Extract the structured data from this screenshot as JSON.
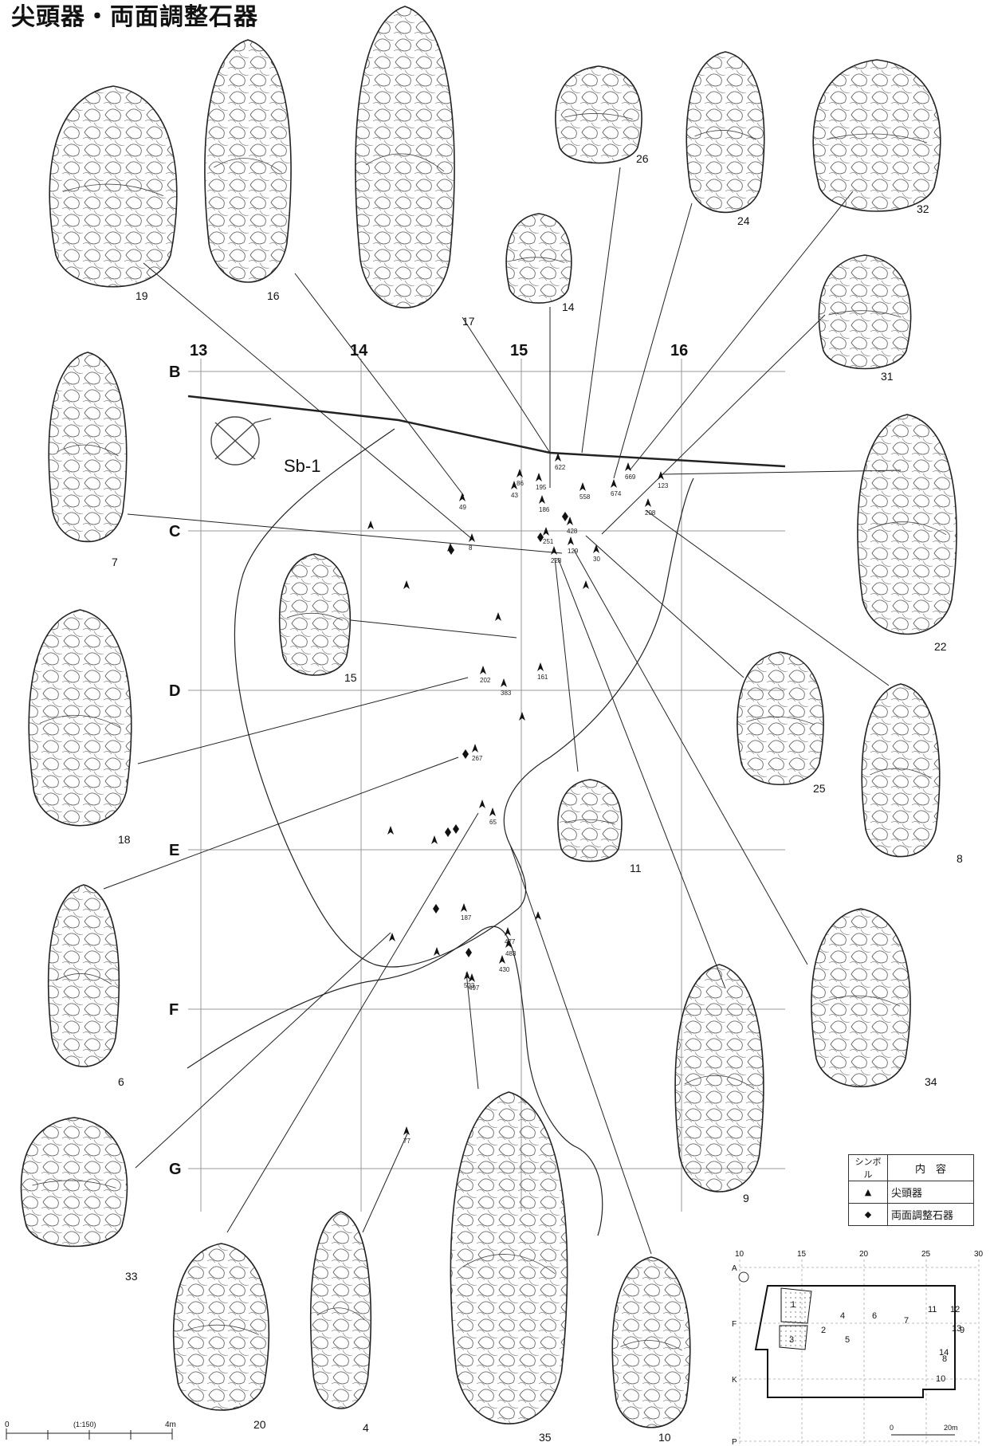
{
  "title": "尖頭器・両面調整石器",
  "zone_label": "Sb-1",
  "grid": {
    "columns": [
      "13",
      "14",
      "15",
      "16"
    ],
    "rows": [
      "B",
      "C",
      "D",
      "E",
      "F",
      "G"
    ]
  },
  "artifacts": [
    {
      "id": "19"
    },
    {
      "id": "16"
    },
    {
      "id": "17"
    },
    {
      "id": "14"
    },
    {
      "id": "26"
    },
    {
      "id": "24"
    },
    {
      "id": "32"
    },
    {
      "id": "31"
    },
    {
      "id": "7"
    },
    {
      "id": "22"
    },
    {
      "id": "15"
    },
    {
      "id": "18"
    },
    {
      "id": "25"
    },
    {
      "id": "8"
    },
    {
      "id": "11"
    },
    {
      "id": "6"
    },
    {
      "id": "34"
    },
    {
      "id": "9"
    },
    {
      "id": "33"
    },
    {
      "id": "20"
    },
    {
      "id": "4"
    },
    {
      "id": "35"
    },
    {
      "id": "10"
    }
  ],
  "find_points": [
    {
      "label": "669"
    },
    {
      "label": "622"
    },
    {
      "label": "86"
    },
    {
      "label": "43"
    },
    {
      "label": "195"
    },
    {
      "label": "49"
    },
    {
      "label": "186"
    },
    {
      "label": "558"
    },
    {
      "label": "674"
    },
    {
      "label": "123"
    },
    {
      "label": "208"
    },
    {
      "label": "428"
    },
    {
      "label": "251"
    },
    {
      "label": "8"
    },
    {
      "label": "228"
    },
    {
      "label": "129"
    },
    {
      "label": "30"
    },
    {
      "label": "202"
    },
    {
      "label": "383"
    },
    {
      "label": "161"
    },
    {
      "label": "267"
    },
    {
      "label": "65"
    },
    {
      "label": "187"
    },
    {
      "label": "477"
    },
    {
      "label": "483"
    },
    {
      "label": "430"
    },
    {
      "label": "523"
    },
    {
      "label": "497"
    },
    {
      "label": "77"
    }
  ],
  "legend": {
    "header_symbol": "シンボル",
    "header_content": "内　容",
    "rows": [
      {
        "symbol": "▲",
        "content": "尖頭器"
      },
      {
        "symbol": "◆",
        "content": "両面調整石器"
      }
    ]
  },
  "scale": {
    "zero": "0",
    "ratio": "(1:150)",
    "max": "4m"
  },
  "inset": {
    "x_ticks": [
      "10",
      "15",
      "20",
      "25",
      "30"
    ],
    "y_ticks": [
      "A",
      "F",
      "K",
      "P"
    ],
    "zones": [
      "1",
      "2",
      "3",
      "4",
      "5",
      "6",
      "7",
      "8",
      "9",
      "10",
      "11",
      "12",
      "13",
      "14"
    ],
    "scale_zero": "0",
    "scale_max": "20m"
  }
}
